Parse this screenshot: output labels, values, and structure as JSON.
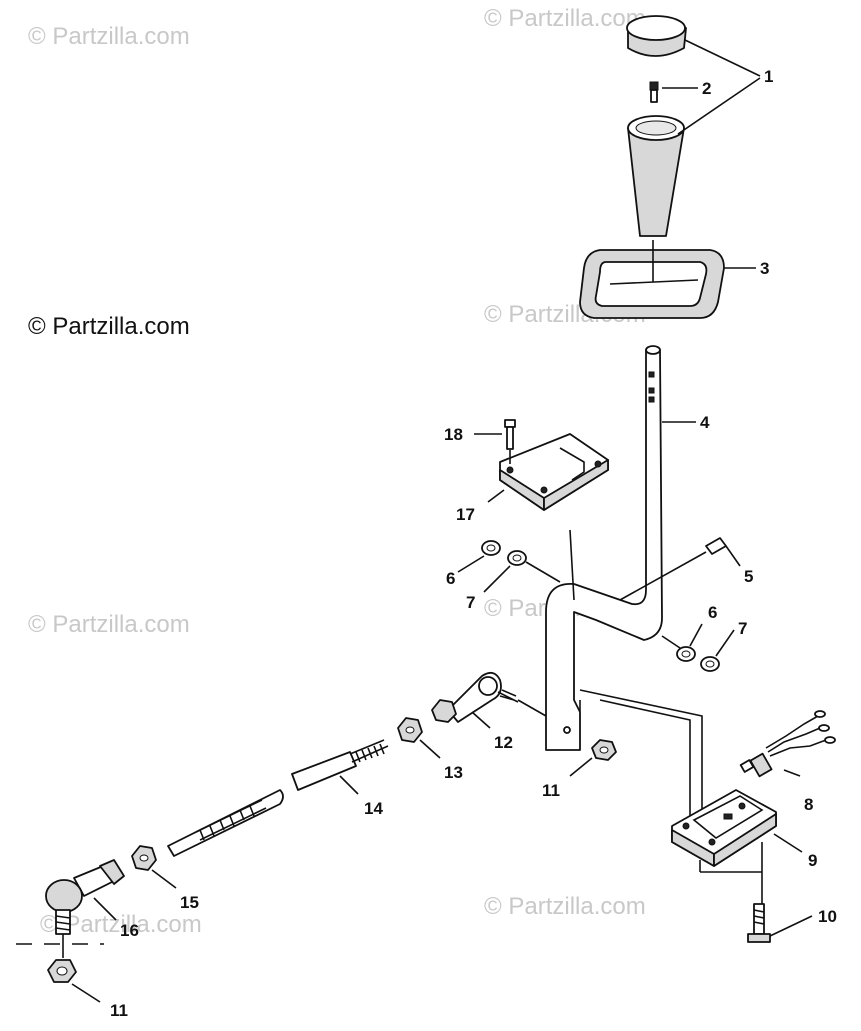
{
  "watermark": "© Partzilla.com",
  "callouts": {
    "c1": "1",
    "c2": "2",
    "c3": "3",
    "c4": "4",
    "c5": "5",
    "c6a": "6",
    "c6b": "6",
    "c7a": "7",
    "c7b": "7",
    "c8": "8",
    "c9": "9",
    "c10": "10",
    "c11a": "11",
    "c11b": "11",
    "c12": "12",
    "c13": "13",
    "c14": "14",
    "c15": "15",
    "c16": "16",
    "c17": "17",
    "c18": "18"
  }
}
